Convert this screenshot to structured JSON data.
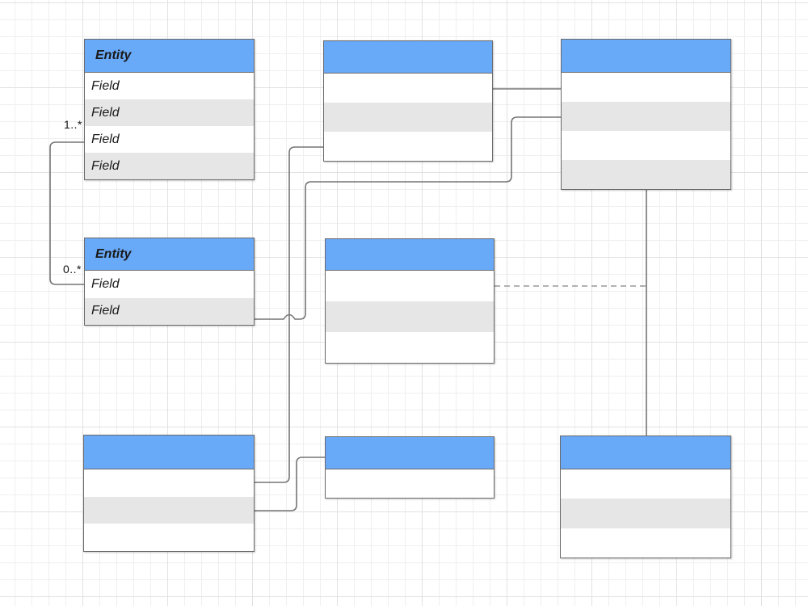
{
  "entities": [
    {
      "name": "top-left",
      "title": "Entity",
      "fields": [
        "Field",
        "Field",
        "Field",
        "Field"
      ]
    },
    {
      "name": "top-middle",
      "title": "",
      "fields": [
        "",
        "",
        ""
      ]
    },
    {
      "name": "top-right",
      "title": "",
      "fields": [
        "",
        "",
        "",
        ""
      ]
    },
    {
      "name": "middle-left",
      "title": "Entity",
      "fields": [
        "Field",
        "Field"
      ]
    },
    {
      "name": "middle-center",
      "title": "",
      "fields": [
        "",
        "",
        ""
      ]
    },
    {
      "name": "bottom-left",
      "title": "",
      "fields": [
        "",
        "",
        ""
      ]
    },
    {
      "name": "bottom-middle",
      "title": "",
      "fields": [
        ""
      ]
    },
    {
      "name": "bottom-right",
      "title": "",
      "fields": [
        "",
        "",
        ""
      ]
    }
  ],
  "connectors": {
    "cardinality_labels": [
      {
        "text": "1..*"
      },
      {
        "text": "0..*"
      }
    ]
  },
  "colors": {
    "entity_header": "#68a9f8",
    "entity_row_alt": "#e6e6e6",
    "entity_border": "#6b6b6b",
    "connector": "#757575",
    "connector_dashed": "#999999",
    "grid_minor": "#efefef",
    "grid_major": "#e2e2e2"
  }
}
